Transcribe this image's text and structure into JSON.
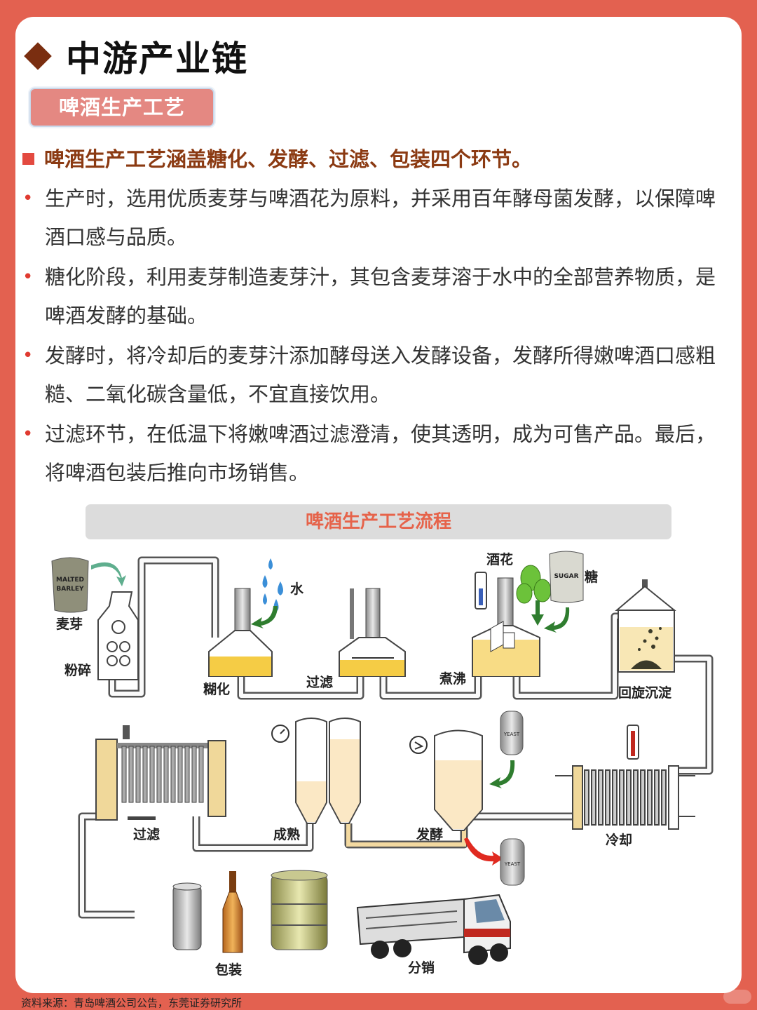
{
  "header": {
    "title": "中游产业链",
    "tag": "啤酒生产工艺"
  },
  "headline": "啤酒生产工艺涵盖糖化、发酵、过滤、包装四个环节。",
  "bullets": [
    "生产时，选用优质麦芽与啤酒花为原料，并采用百年酵母菌发酵，以保障啤酒口感与品质。",
    "糖化阶段，利用麦芽制造麦芽汁，其包含麦芽溶于水中的全部营养物质，是啤酒发酵的基础。",
    "发酵时，将冷却后的麦芽汁添加酵母送入发酵设备，发酵所得嫩啤酒口感粗糙、二氧化碳含量低，不宜直接饮用。",
    "过滤环节，在低温下将嫩啤酒过滤澄清，使其透明，成为可售产品。最后，将啤酒包装后推向市场销售。"
  ],
  "diagram": {
    "title": "啤酒生产工艺流程",
    "labels": {
      "malt": "麦芽",
      "mill": "粉碎",
      "water": "水",
      "mash": "糊化",
      "lauter": "过滤",
      "hops": "酒花",
      "sugar": "糖",
      "boil": "煮沸",
      "whirlpool": "回旋沉淀",
      "cool": "冷却",
      "ferment": "发酵",
      "mature": "成熟",
      "filter": "过滤",
      "package": "包装",
      "distribute": "分销"
    },
    "bag_texts": {
      "malt_bag_1": "MALTED",
      "malt_bag_2": "BARLEY",
      "sugar_bag": "SUGAR",
      "yeast_tank_1": "YEAST",
      "yeast_tank_2": "YEAST"
    }
  },
  "source": "资料来源：青岛啤酒公司公告，东莞证券研究所"
}
